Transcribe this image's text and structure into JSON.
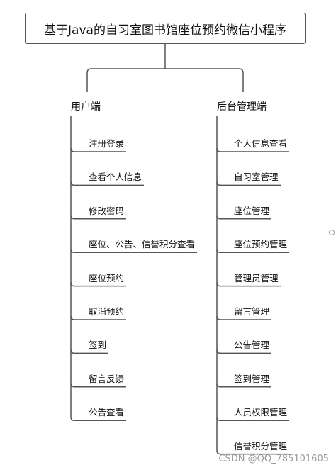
{
  "title": "基于Java的自习室图书馆座位预约微信小程序",
  "branches": [
    {
      "label": "用户端",
      "items": [
        "注册登录",
        "查看个人信息",
        "修改密码",
        "座位、公告、信誉积分查看",
        "座位预约",
        "取消预约",
        "签到",
        "留言反馈",
        "公告查看"
      ]
    },
    {
      "label": "后台管理端",
      "items": [
        "个人信息查看",
        "自习室管理",
        "座位管理",
        "座位预约管理",
        "管理员管理",
        "留言管理",
        "公告管理",
        "签到管理",
        "人员权限管理",
        "信誉积分管理"
      ]
    }
  ],
  "watermark": "CSDN @QQ_785101605"
}
